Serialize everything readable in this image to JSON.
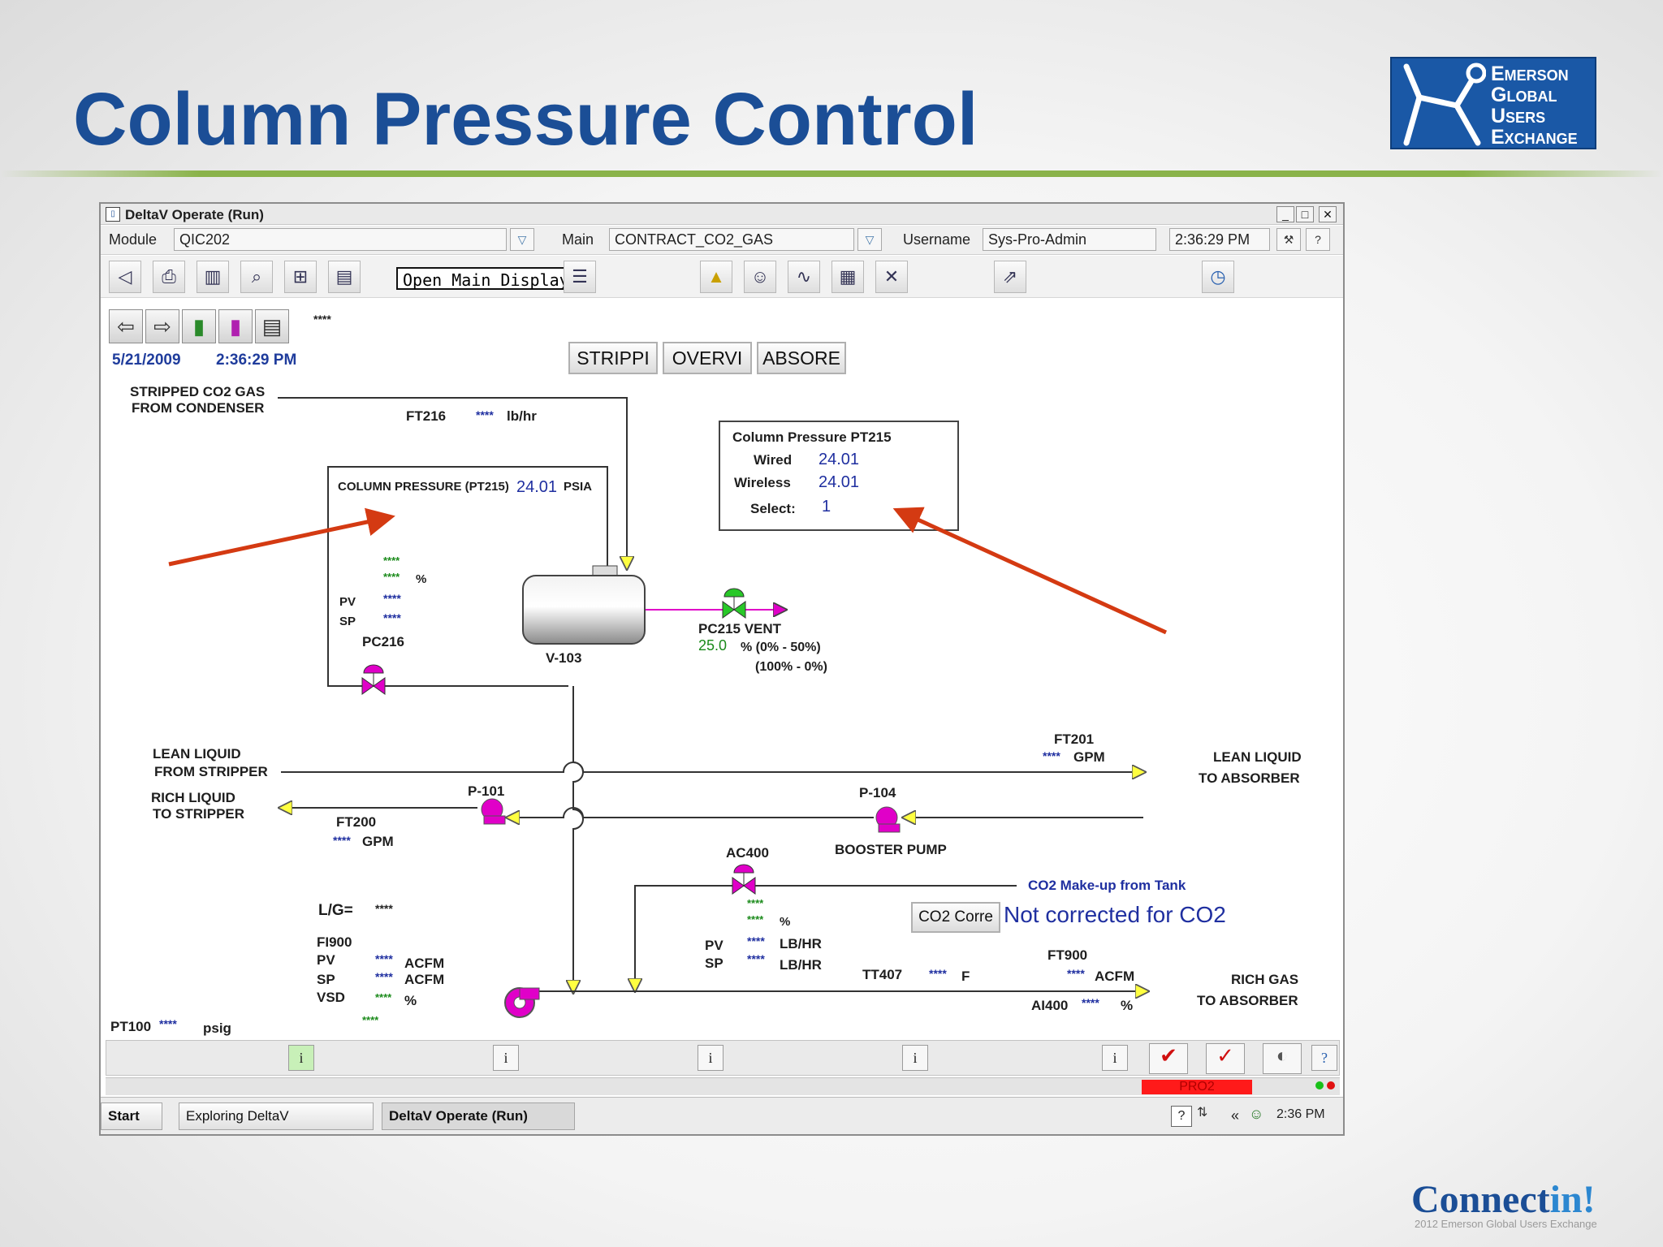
{
  "slide": {
    "title": "Column Pressure Control",
    "logo_lines": [
      "Emerson",
      "Global",
      "Users",
      "Exchange"
    ],
    "footer_brand_a": "Connect",
    "footer_brand_b": "in!",
    "footer_sub": "2012 Emerson Global Users Exchange"
  },
  "window": {
    "title": "DeltaV Operate (Run)",
    "module_label": "Module",
    "module_value": "QIC202",
    "main_label": "Main",
    "main_value": "CONTRACT_CO2_GAS",
    "username_label": "Username",
    "username_value": "Sys-Pro-Admin",
    "clock": "2:36:29 PM",
    "tooltip": "Open Main Display",
    "alarm_placeholder": "****",
    "date": "5/21/2009",
    "time": "2:36:29 PM",
    "tabs": [
      "STRIPPI",
      "OVERVI",
      "ABSORE"
    ]
  },
  "process": {
    "stripped_gas": [
      "STRIPPED CO2 GAS",
      "FROM CONDENSER"
    ],
    "ft216_tag": "FT216",
    "ft216_value": "****",
    "ft216_unit": "lb/hr",
    "colp_label": "COLUMN PRESSURE (PT215)",
    "colp_value": "24.01",
    "colp_unit": "PSIA",
    "pt215_box": {
      "title": "Column Pressure PT215",
      "wired_label": "Wired",
      "wired_value": "24.01",
      "wireless_label": "Wireless",
      "wireless_value": "24.01",
      "select_label": "Select:",
      "select_value": "1"
    },
    "pc216": {
      "tag": "PC216",
      "pv_label": "PV",
      "sp_label": "SP",
      "out_value": "****",
      "pct_value": "****",
      "pct_unit": "%",
      "pv_value": "****",
      "sp_value": "****"
    },
    "vessel_tag": "V-103",
    "pc215": {
      "tag": "PC215 VENT",
      "value": "25.0",
      "range1": "% (0% - 50%)",
      "range2": "(100% - 0%)"
    },
    "lean_from": [
      "LEAN LIQUID",
      "FROM STRIPPER"
    ],
    "rich_to": [
      "RICH LIQUID",
      "TO STRIPPER"
    ],
    "lean_to": [
      "LEAN LIQUID",
      "TO ABSORBER"
    ],
    "ft201_tag": "FT201",
    "ft201_value": "****",
    "ft201_unit": "GPM",
    "p101_tag": "P-101",
    "p104_tag": "P-104",
    "booster": "BOOSTER PUMP",
    "ft200_tag": "FT200",
    "ft200_value": "****",
    "ft200_unit": "GPM",
    "ac400": {
      "tag": "AC400",
      "out_value": "****",
      "pct_value": "****",
      "pct_unit": "%",
      "pv_label": "PV",
      "sp_label": "SP",
      "pv_value": "****",
      "sp_value": "****",
      "unit": "LB/HR"
    },
    "co2_makeup": "CO2 Make-up from Tank",
    "co2_button": "CO2 Corre",
    "co2_status": "Not corrected for CO2",
    "lg_label": "L/G=",
    "lg_value": "****",
    "fi900": {
      "tag": "FI900",
      "pv_label": "PV",
      "sp_label": "SP",
      "vsd_label": "VSD",
      "pv_value": "****",
      "sp_value": "****",
      "vsd_value": "****",
      "extra_value": "****",
      "unit_acfm": "ACFM",
      "unit_pct": "%"
    },
    "tt407_tag": "TT407",
    "tt407_value": "****",
    "tt407_unit": "F",
    "ft900_tag": "FT900",
    "ft900_value": "****",
    "ft900_unit": "ACFM",
    "ai400_tag": "AI400",
    "ai400_value": "****",
    "ai400_unit": "%",
    "rich_gas": [
      "RICH GAS",
      "TO ABSORBER"
    ],
    "pt100_tag": "PT100",
    "pt100_value": "****",
    "pt100_unit": "psig"
  },
  "bottom": {
    "info_glyph": "i",
    "help_glyph": "?",
    "pro2": "PRO2"
  },
  "taskbar": {
    "start": "Start",
    "task1": "Exploring DeltaV",
    "task2": "DeltaV Operate (Run)",
    "clock": "2:36 PM",
    "chevron": "«"
  },
  "colors": {
    "title_blue": "#1b4e96",
    "value_blue": "#1f2fa0",
    "status_green": "#1a8a1a",
    "valve_magenta": "#e000c8",
    "annotation_red": "#d43a12",
    "alarm_red": "#ff1a1a"
  }
}
